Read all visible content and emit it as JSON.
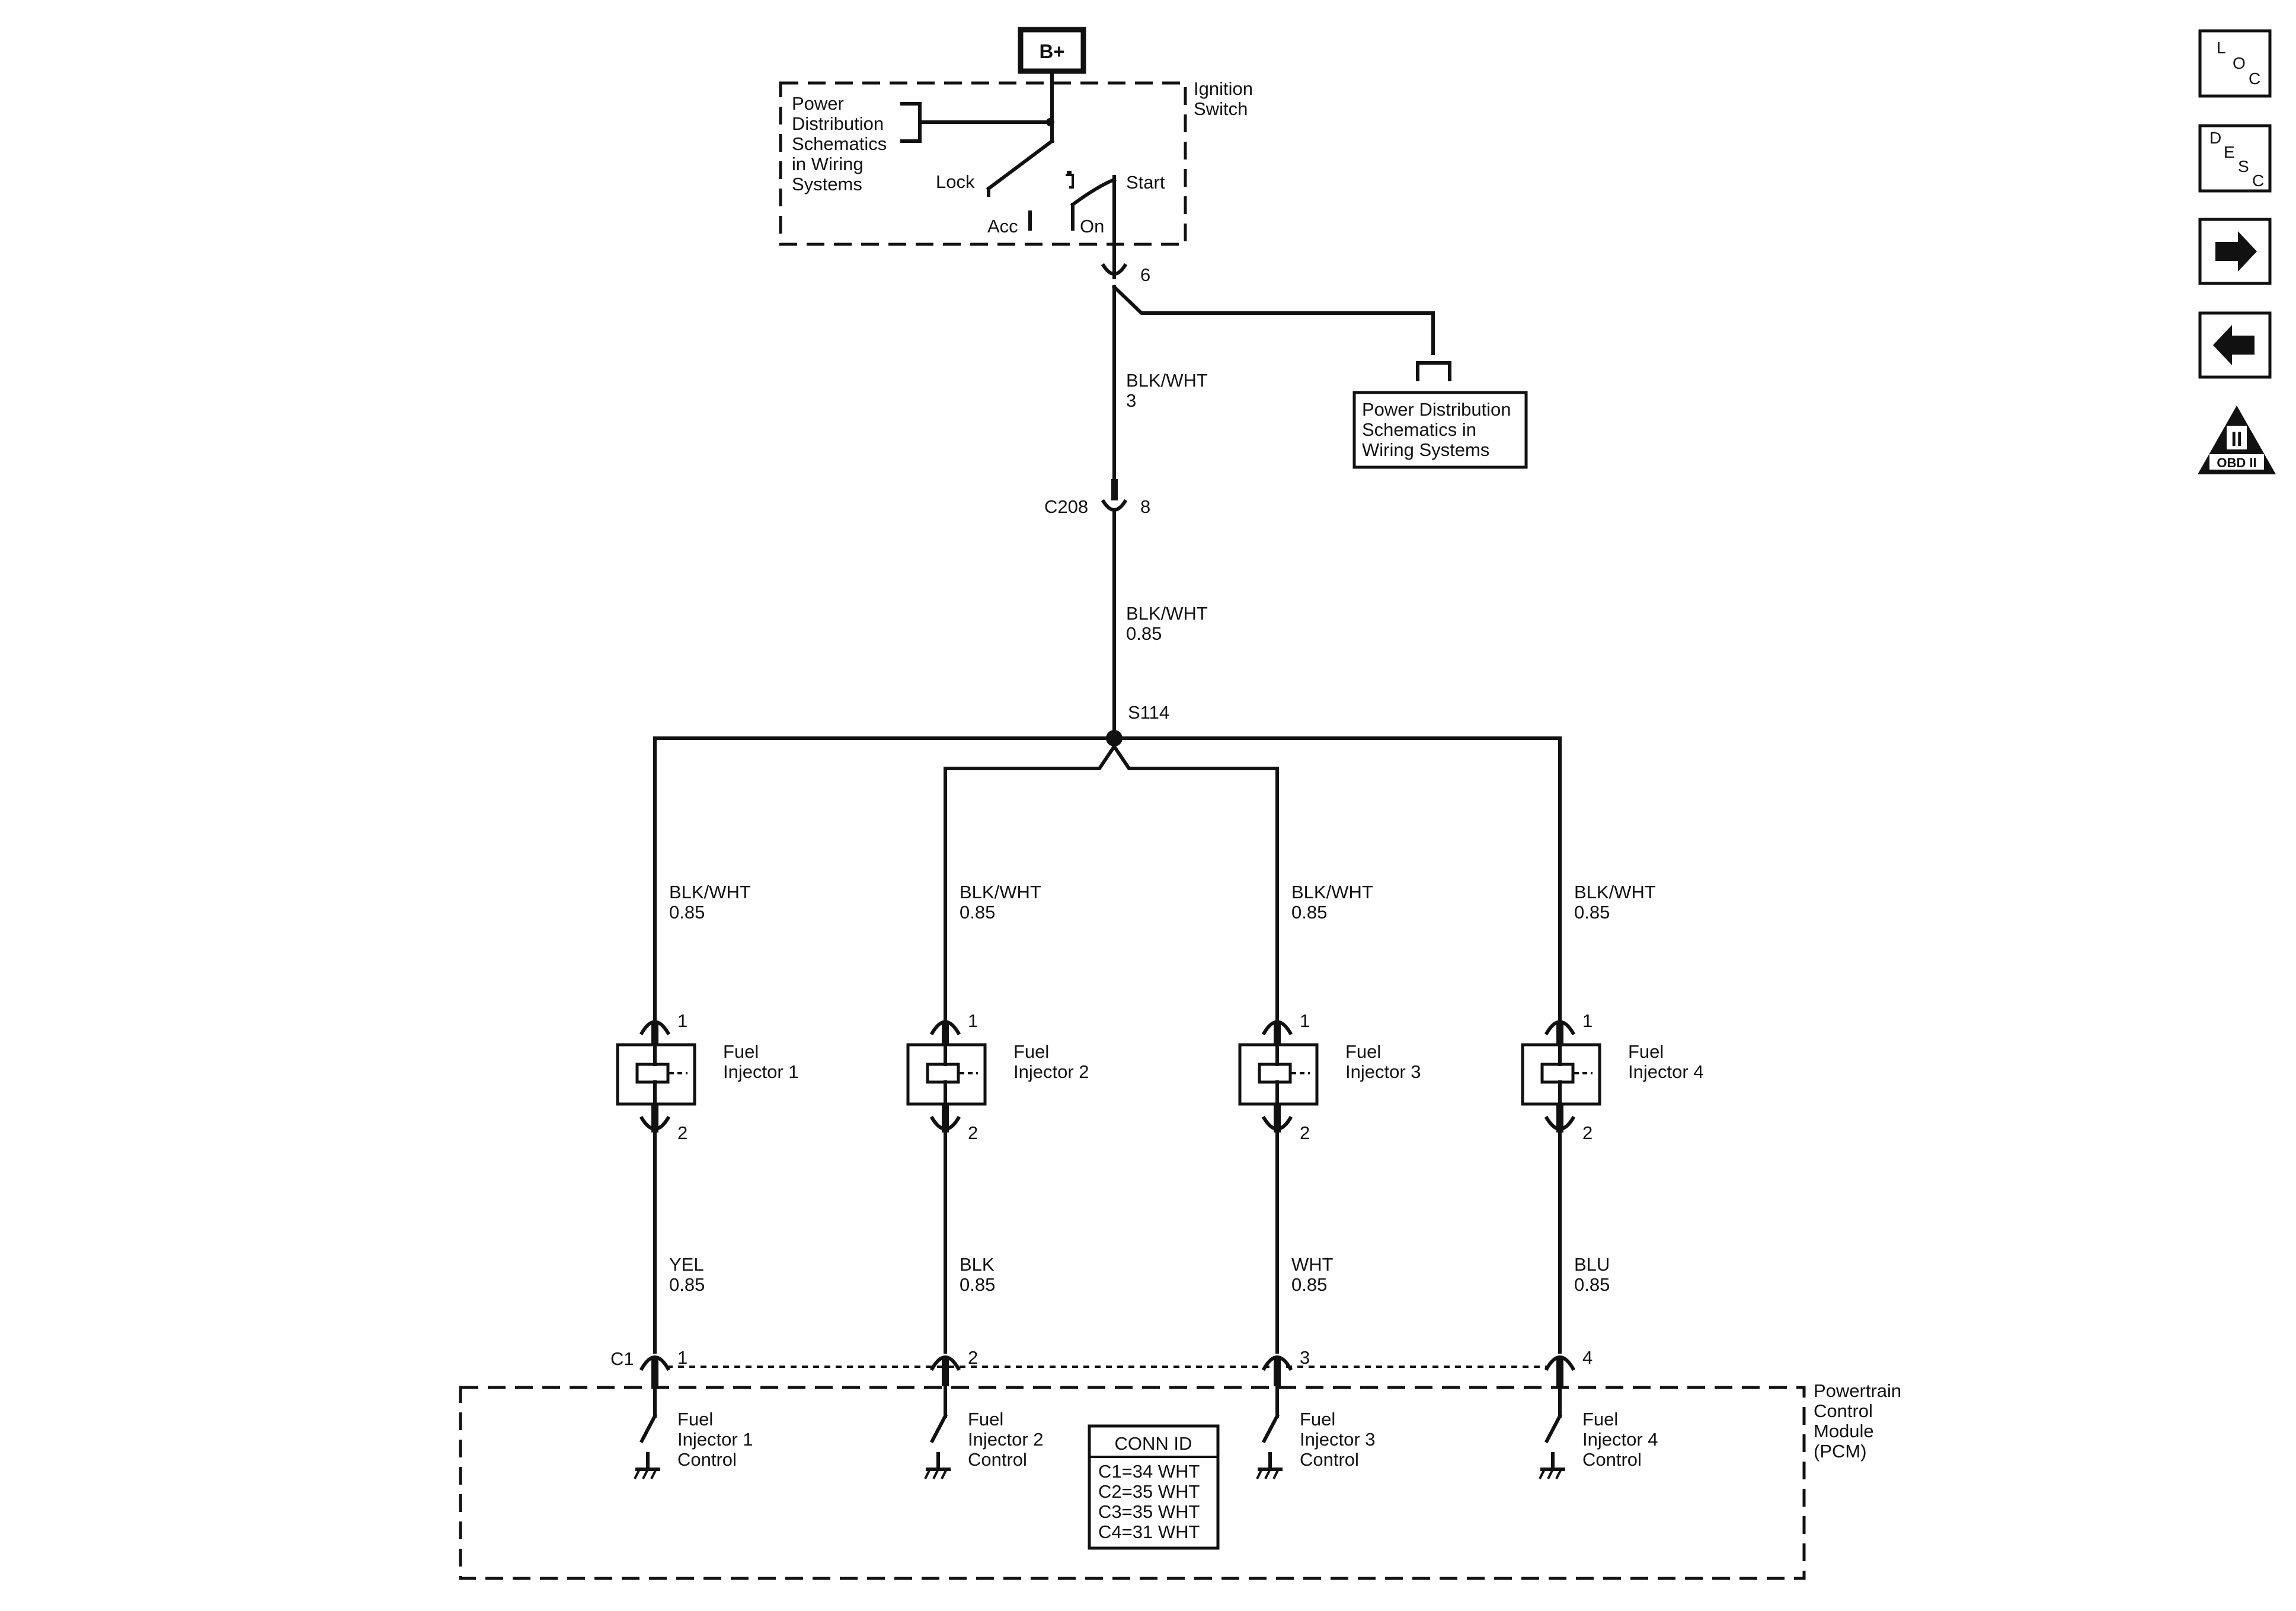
{
  "power_source": "B+",
  "ignition": {
    "title_1": "Ignition",
    "title_2": "Switch",
    "ref_lines": [
      "Power",
      "Distribution",
      "Schematics",
      "in Wiring",
      "Systems"
    ],
    "positions": {
      "lock": "Lock",
      "acc": "Acc",
      "on": "On",
      "start": "Start"
    },
    "output_pin": "6"
  },
  "branch_ref": {
    "lines": [
      "Power Distribution",
      "Schematics in",
      "Wiring Systems"
    ]
  },
  "main_feed": {
    "seg1_color": "BLK/WHT",
    "seg1_size": "3",
    "connector": "C208",
    "connector_pin": "8",
    "seg2_color": "BLK/WHT",
    "seg2_size": "0.85",
    "splice": "S114"
  },
  "injectors": [
    {
      "feed_color": "BLK/WHT",
      "feed_size": "0.85",
      "pin_in": "1",
      "name_1": "Fuel",
      "name_2": "Injector 1",
      "pin_out": "2",
      "ctl_color": "YEL",
      "ctl_size": "0.85",
      "pcm_pin": "1",
      "ctl_1": "Fuel",
      "ctl_2": "Injector 1",
      "ctl_3": "Control"
    },
    {
      "feed_color": "BLK/WHT",
      "feed_size": "0.85",
      "pin_in": "1",
      "name_1": "Fuel",
      "name_2": "Injector 2",
      "pin_out": "2",
      "ctl_color": "BLK",
      "ctl_size": "0.85",
      "pcm_pin": "2",
      "ctl_1": "Fuel",
      "ctl_2": "Injector 2",
      "ctl_3": "Control"
    },
    {
      "feed_color": "BLK/WHT",
      "feed_size": "0.85",
      "pin_in": "1",
      "name_1": "Fuel",
      "name_2": "Injector 3",
      "pin_out": "2",
      "ctl_color": "WHT",
      "ctl_size": "0.85",
      "pcm_pin": "3",
      "ctl_1": "Fuel",
      "ctl_2": "Injector 3",
      "ctl_3": "Control"
    },
    {
      "feed_color": "BLK/WHT",
      "feed_size": "0.85",
      "pin_in": "1",
      "name_1": "Fuel",
      "name_2": "Injector 4",
      "pin_out": "2",
      "ctl_color": "BLU",
      "ctl_size": "0.85",
      "pcm_pin": "4",
      "ctl_1": "Fuel",
      "ctl_2": "Injector 4",
      "ctl_3": "Control"
    }
  ],
  "pcm": {
    "connector": "C1",
    "name_lines": [
      "Powertrain",
      "Control",
      "Module",
      "(PCM)"
    ],
    "conn_id_title": "CONN ID",
    "conn_id_rows": [
      "C1=34 WHT",
      "C2=35 WHT",
      "C3=35 WHT",
      "C4=31 WHT"
    ]
  },
  "nav": {
    "loc": [
      "L",
      "O",
      "C"
    ],
    "desc": [
      "D",
      "E",
      "S",
      "C"
    ],
    "next_icon": "arrow-right-icon",
    "prev_icon": "arrow-left-icon",
    "obd_symbol": "II",
    "obd_label": "OBD II"
  }
}
